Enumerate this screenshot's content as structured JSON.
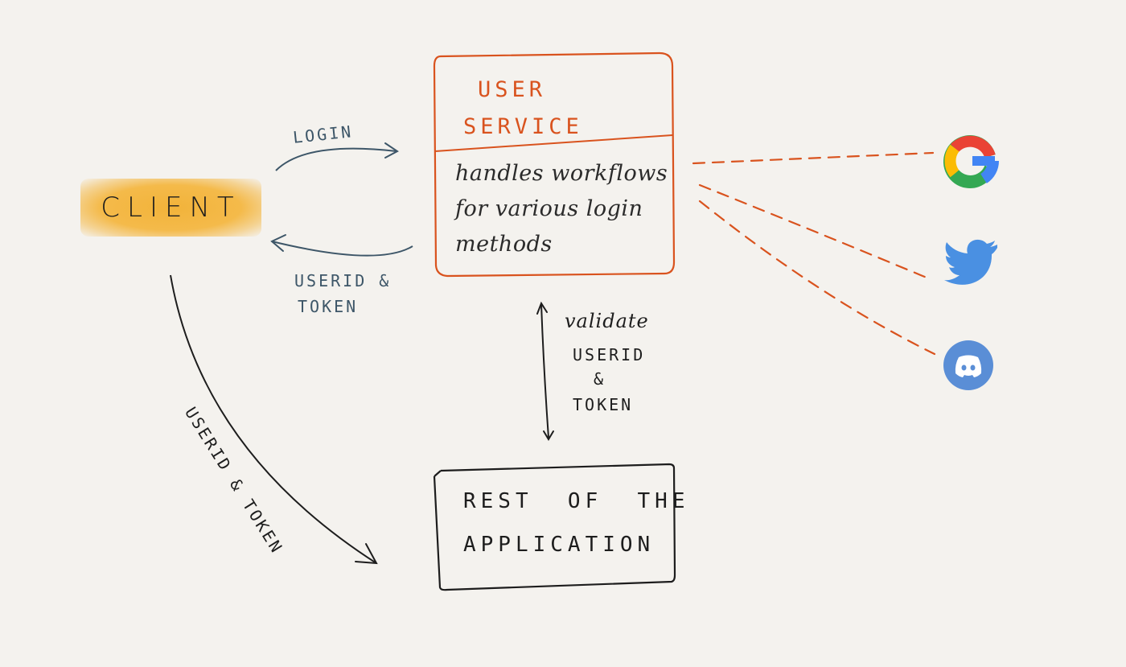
{
  "client": {
    "label": "CLIENT"
  },
  "user_service": {
    "title_line1": "USER",
    "title_line2": "SERVICE",
    "description": "handles workflows for various login methods"
  },
  "rest_of_app": {
    "line1": "REST  OF  THE",
    "line2": "APPLICATION"
  },
  "arrows": {
    "login": "LOGIN",
    "userid_token_line1": "USERID &",
    "userid_token_line2": "TOKEN",
    "client_to_rest": "USERID & TOKEN",
    "validate_line1": "validate",
    "validate_line2": "USERID",
    "validate_line3": "&",
    "validate_line4": "TOKEN"
  },
  "providers": [
    "google-icon",
    "twitter-icon",
    "discord-icon"
  ],
  "colors": {
    "background": "#f4f2ee",
    "client_highlight": "#f4ba4a",
    "user_service": "#d9531e",
    "arrow_blue": "#3d5668",
    "ink": "#1d1d1d",
    "google_red": "#ea4335",
    "google_yellow": "#fbbc05",
    "google_green": "#34a853",
    "google_blue": "#4285f4",
    "twitter": "#4a90e2",
    "discord": "#5a8ed6"
  }
}
